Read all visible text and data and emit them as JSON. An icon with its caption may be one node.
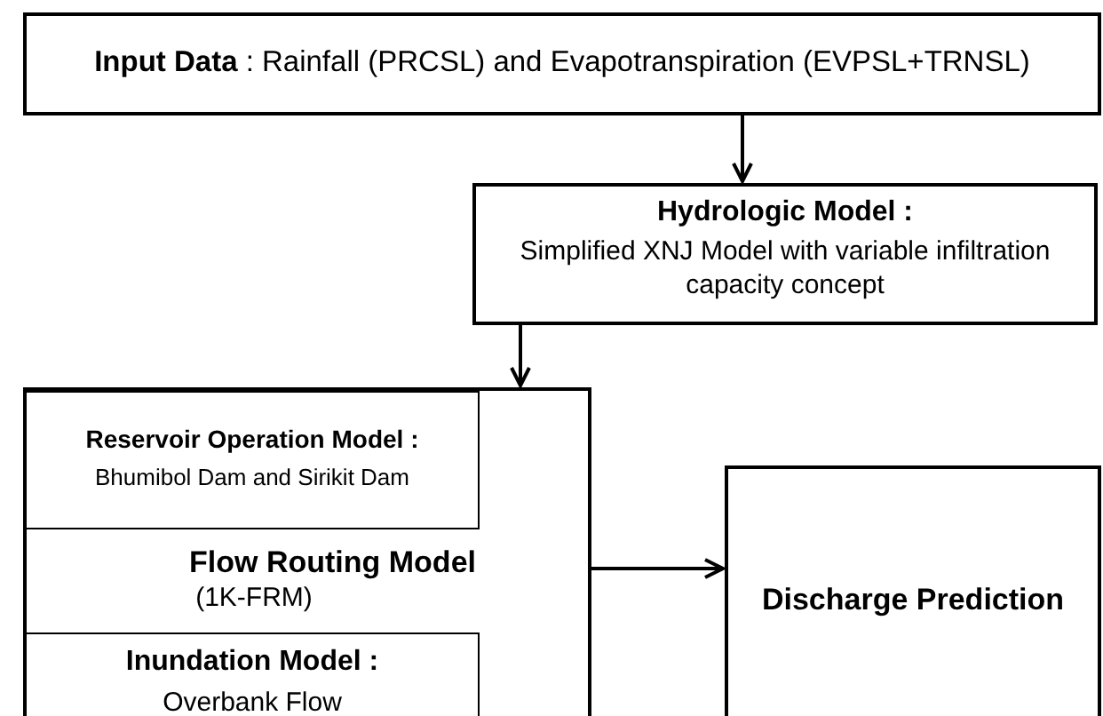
{
  "diagram": {
    "nodes": [
      {
        "text": [
          "**Input Data** : Rainfall (PRCSL) and Evapotranspiration (EVPSL+TRNSL)"
        ]
      },
      {
        "text": [
          "Hydrologic Model :",
          "Simplified XNJ Model with variable infiltration capacity concept"
        ]
      },
      {
        "text": [
          "Flow Routing Model",
          "(1K-FRM)"
        ]
      },
      {
        "text": [
          "Reservoir Operation Model :",
          "Bhumibol Dam and Sirikit Dam"
        ],
        "in": 2
      },
      {
        "text": [
          "Inundation Model :",
          "Overbank Flow"
        ],
        "in": 2
      },
      {
        "text": [
          "Discharge Prediction"
        ]
      }
    ],
    "edges": [
      {
        "from": 0,
        "to": 1,
        "arrow": "to"
      },
      {
        "from": 1,
        "to": 2,
        "arrow": "to"
      },
      {
        "from": 2,
        "to": 5,
        "arrow": "to"
      }
    ]
  }
}
